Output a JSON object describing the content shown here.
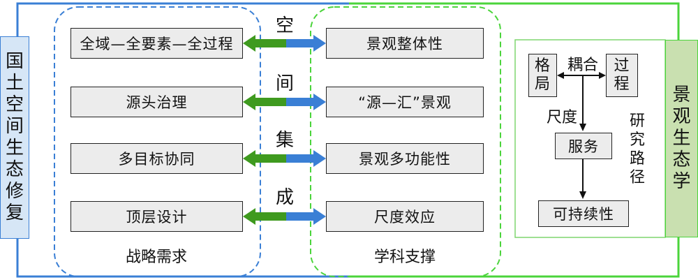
{
  "left_side_label": "国土空间生态修复",
  "right_side_label": "景观生态学",
  "middle_vertical_label": [
    "空",
    "间",
    "集",
    "成"
  ],
  "left_group": {
    "title": "战略需求",
    "items": [
      "全域—全要素—全过程",
      "源头治理",
      "多目标协同",
      "顶层设计"
    ]
  },
  "right_group": {
    "title": "学科支撑",
    "items": [
      "景观整体性",
      "“源—汇”景观",
      "景观多功能性",
      "尺度效应"
    ]
  },
  "research_path": {
    "side_label": "研究路径",
    "nodes": {
      "pattern": "格局",
      "process": "过程",
      "service": "服务",
      "sustainability": "可持续性"
    },
    "edge_labels": {
      "coupling": "耦合",
      "scale": "尺度"
    }
  },
  "colors": {
    "blue": "#3a7fd5",
    "green": "#4bd43b",
    "arrow_green": "#3f9a1f",
    "arrow_blue": "#3a7fd5",
    "left_label_bg": "#d6e6f6",
    "right_label_bg": "#c9e0b0",
    "box_bg": "#ececec"
  }
}
